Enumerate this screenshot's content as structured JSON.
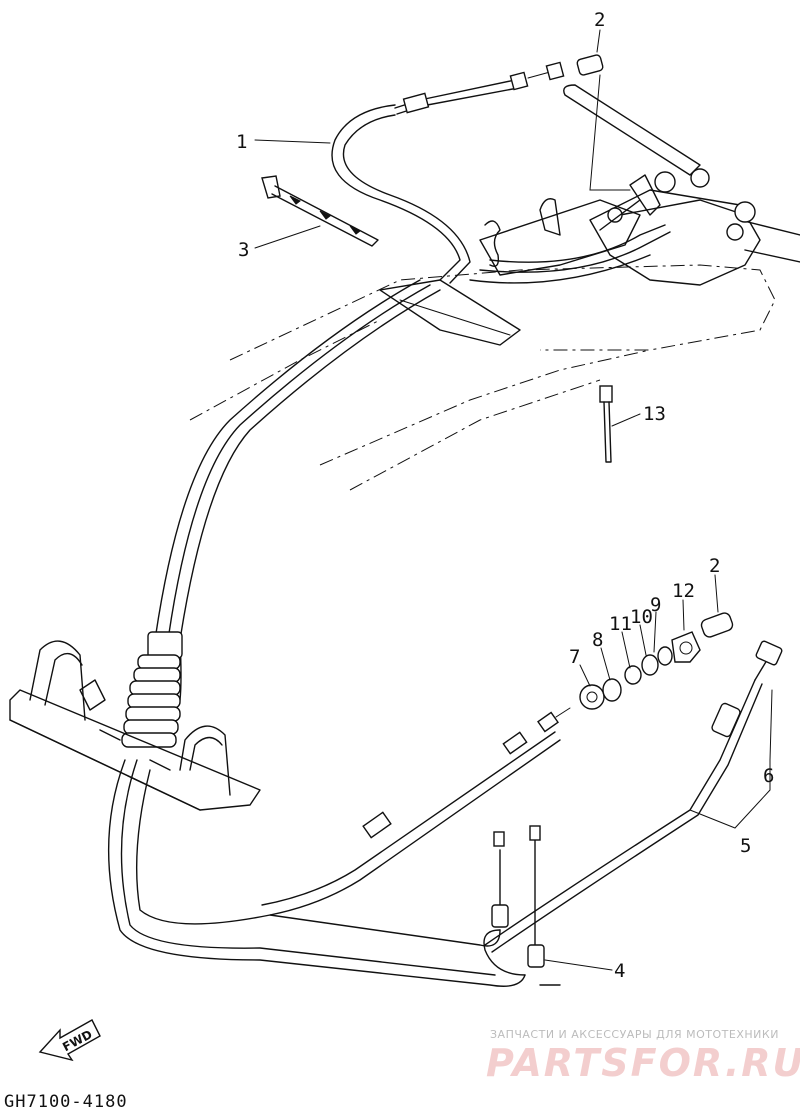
{
  "diagram": {
    "callouts": [
      "1",
      "2",
      "3",
      "13",
      "2",
      "12",
      "9",
      "10",
      "11",
      "8",
      "7",
      "6",
      "5",
      "4"
    ],
    "drawing_code": "GH7100-4180",
    "direction_badge": "FWD",
    "watermark": {
      "caption": "ЗАПЧАСТИ И АКСЕССУАРЫ ДЛЯ МОТОТЕХНИКИ",
      "logo_text": "PARTSFOR.RU",
      "logo_color": "#e8a0a0"
    }
  }
}
